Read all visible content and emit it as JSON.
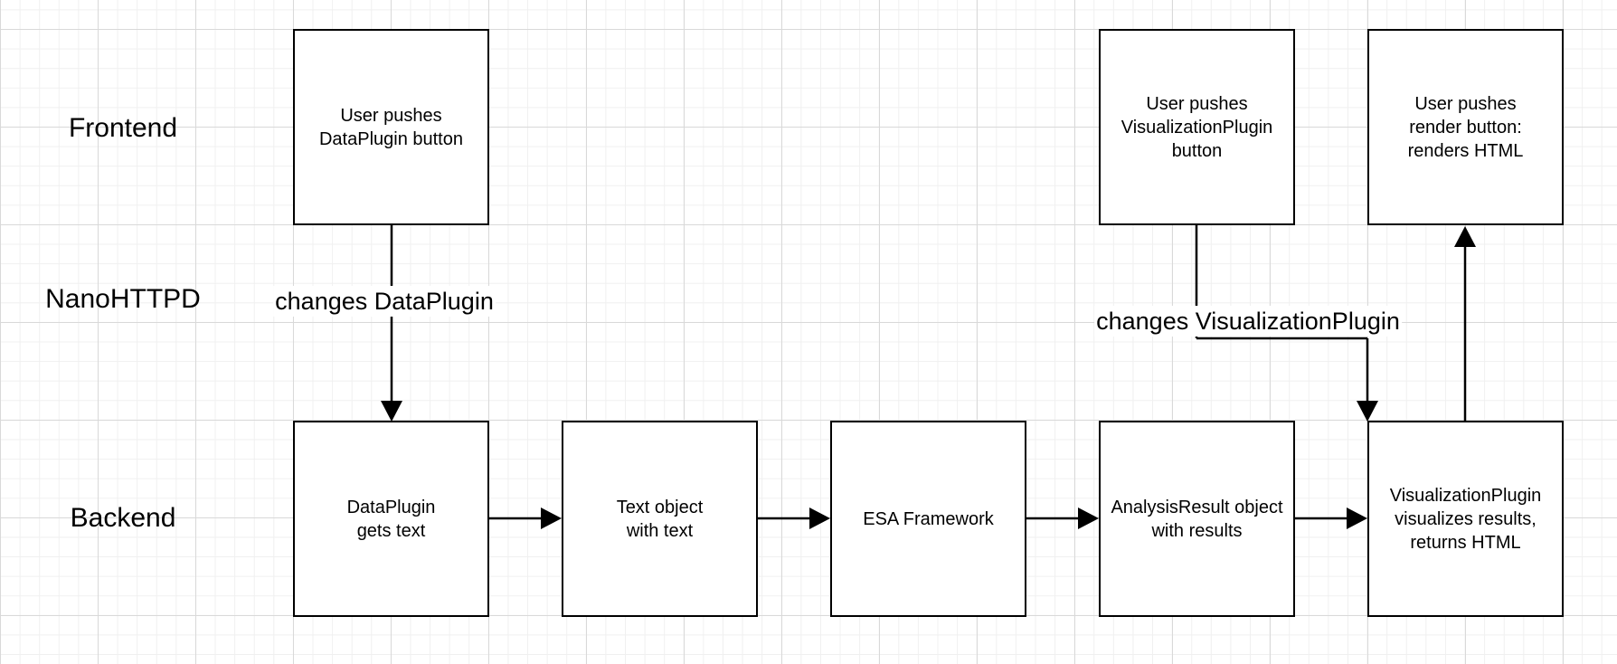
{
  "lanes": {
    "frontend": "Frontend",
    "nanohttpd": "NanoHTTPD",
    "backend": "Backend"
  },
  "nodes": {
    "frontend_dataplugin": "User pushes\nDataPlugin button",
    "frontend_visualizationplugin": "User pushes\nVisualizationPlugin\nbutton",
    "frontend_render": "User pushes\nrender button:\nrenders HTML",
    "backend_dataplugin": "DataPlugin\ngets text",
    "backend_text_object": "Text object\nwith text",
    "backend_esa": "ESA Framework",
    "backend_analysisresult": "AnalysisResult object\nwith results",
    "backend_visualizationplugin": "VisualizationPlugin\nvisualizes results,\nreturns HTML"
  },
  "edges": {
    "changes_dataplugin": "changes DataPlugin",
    "changes_visualizationplugin": "changes VisualizationPlugin"
  }
}
